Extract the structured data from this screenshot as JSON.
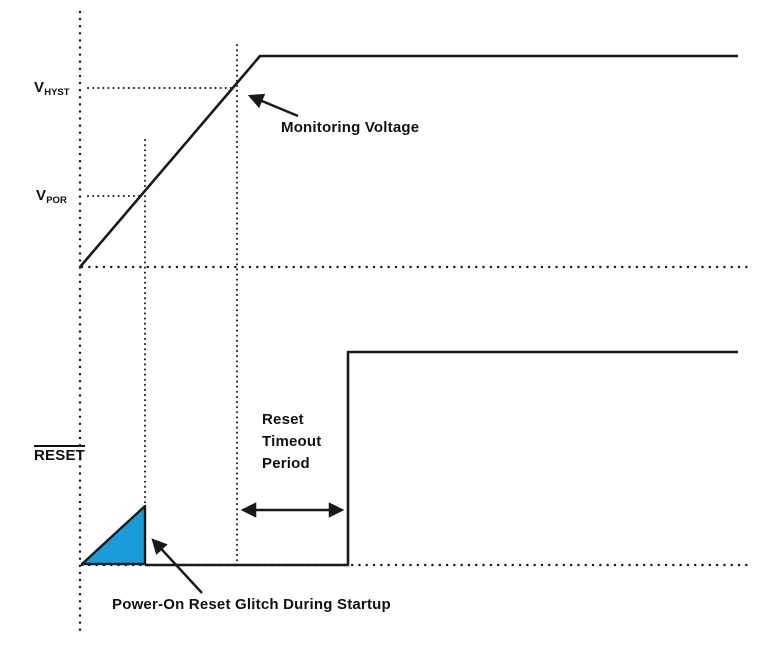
{
  "labels": {
    "v_hyst": {
      "base": "V",
      "sub": "HYST"
    },
    "v_por": {
      "base": "V",
      "sub": "POR"
    },
    "reset_signal": "RESET",
    "monitoring_voltage": "Monitoring Voltage",
    "reset_timeout": {
      "line1": "Reset",
      "line2": "Timeout",
      "line3": "Period"
    },
    "glitch_caption": "Power-On Reset Glitch During Startup"
  },
  "colors": {
    "line": "#1a1a1a",
    "glitch_fill": "#1a9cd8"
  }
}
